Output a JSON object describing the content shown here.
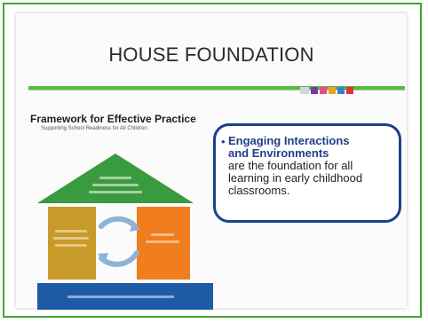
{
  "slide": {
    "title": "HOUSE FOUNDATION"
  },
  "framework": {
    "title": "Framework for Effective Practice",
    "subtitle": "Supporting School Readiness for All Children"
  },
  "callout": {
    "bullet": "•",
    "heading_line1": "Engaging Interactions",
    "heading_line2": "and Environments",
    "body": "are the foundation for all learning in early childhood classrooms."
  },
  "colors": {
    "frame_border": "#3fa535",
    "roof_green": "#3a9a3f",
    "left_gold": "#c89a2a",
    "right_orange": "#f07d1e",
    "base_blue": "#1f5aa6",
    "callout_border": "#1d3f8a"
  }
}
